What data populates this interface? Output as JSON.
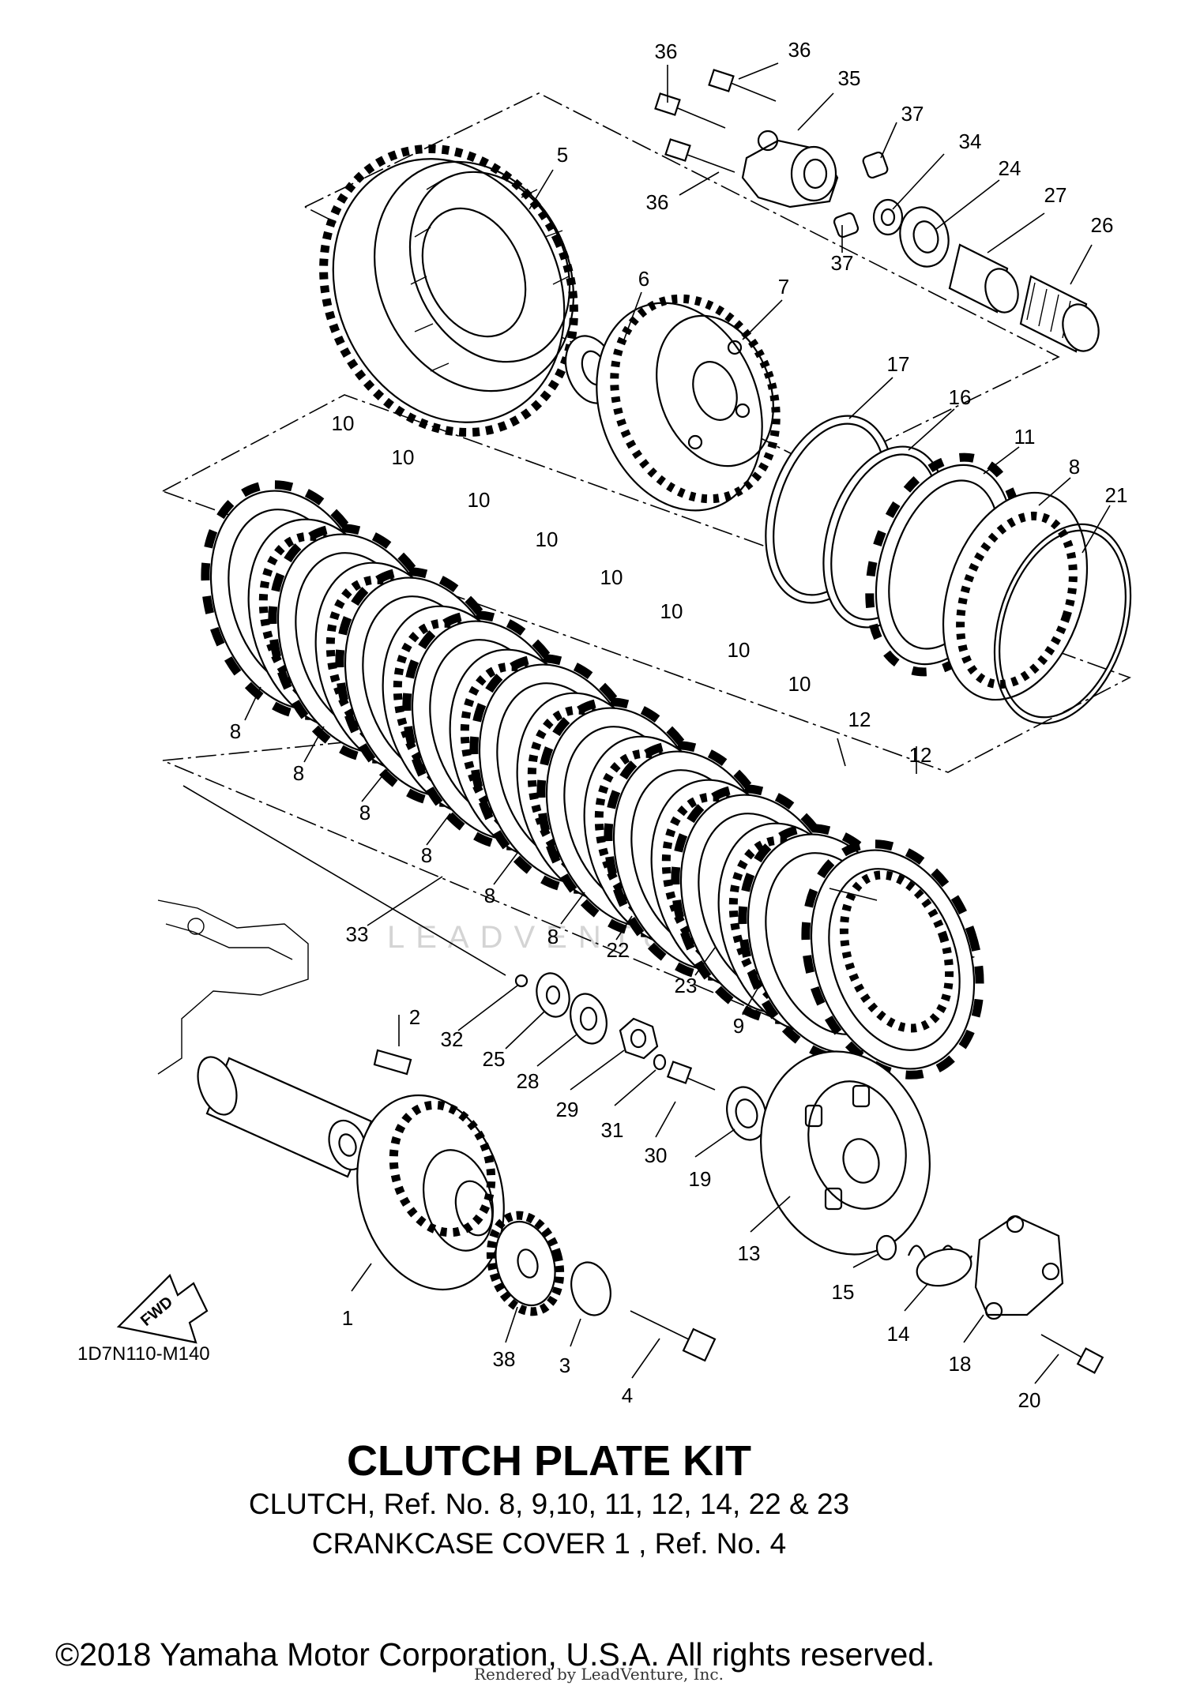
{
  "diagram": {
    "drawing_code": "1D7N110-M140",
    "watermark": "LEADVENTURE",
    "direction_badge": "FWD",
    "callouts": {
      "c1": "1",
      "c2": "2",
      "c3": "3",
      "c4": "4",
      "c5": "5",
      "c6": "6",
      "c7": "7",
      "c8a": "8",
      "c8b": "8",
      "c8c": "8",
      "c8d": "8",
      "c8e": "8",
      "c8f": "8",
      "c8g": "8",
      "c9": "9",
      "c10a": "10",
      "c10b": "10",
      "c10c": "10",
      "c10d": "10",
      "c10e": "10",
      "c10f": "10",
      "c10g": "10",
      "c10h": "10",
      "c11": "11",
      "c12a": "12",
      "c12b": "12",
      "c13": "13",
      "c14": "14",
      "c15": "15",
      "c16": "16",
      "c17": "17",
      "c18": "18",
      "c19": "19",
      "c20": "20",
      "c21": "21",
      "c22": "22",
      "c23": "23",
      "c24": "24",
      "c25": "25",
      "c26": "26",
      "c27": "27",
      "c28": "28",
      "c29": "29",
      "c30": "30",
      "c31": "31",
      "c32": "32",
      "c33": "33",
      "c34": "34",
      "c35": "35",
      "c36a": "36",
      "c36b": "36",
      "c36c": "36",
      "c37a": "37",
      "c37b": "37",
      "c38": "38"
    }
  },
  "kit": {
    "title": "CLUTCH PLATE KIT",
    "line1": "CLUTCH, Ref. No. 8, 9,10, 11, 12, 14, 22 & 23",
    "line2": "CRANKCASE COVER 1 , Ref. No. 4"
  },
  "footer": {
    "copyright": "©2018 Yamaha Motor Corporation, U.S.A. All rights reserved.",
    "rendered_by": "Rendered by LeadVenture, Inc."
  }
}
